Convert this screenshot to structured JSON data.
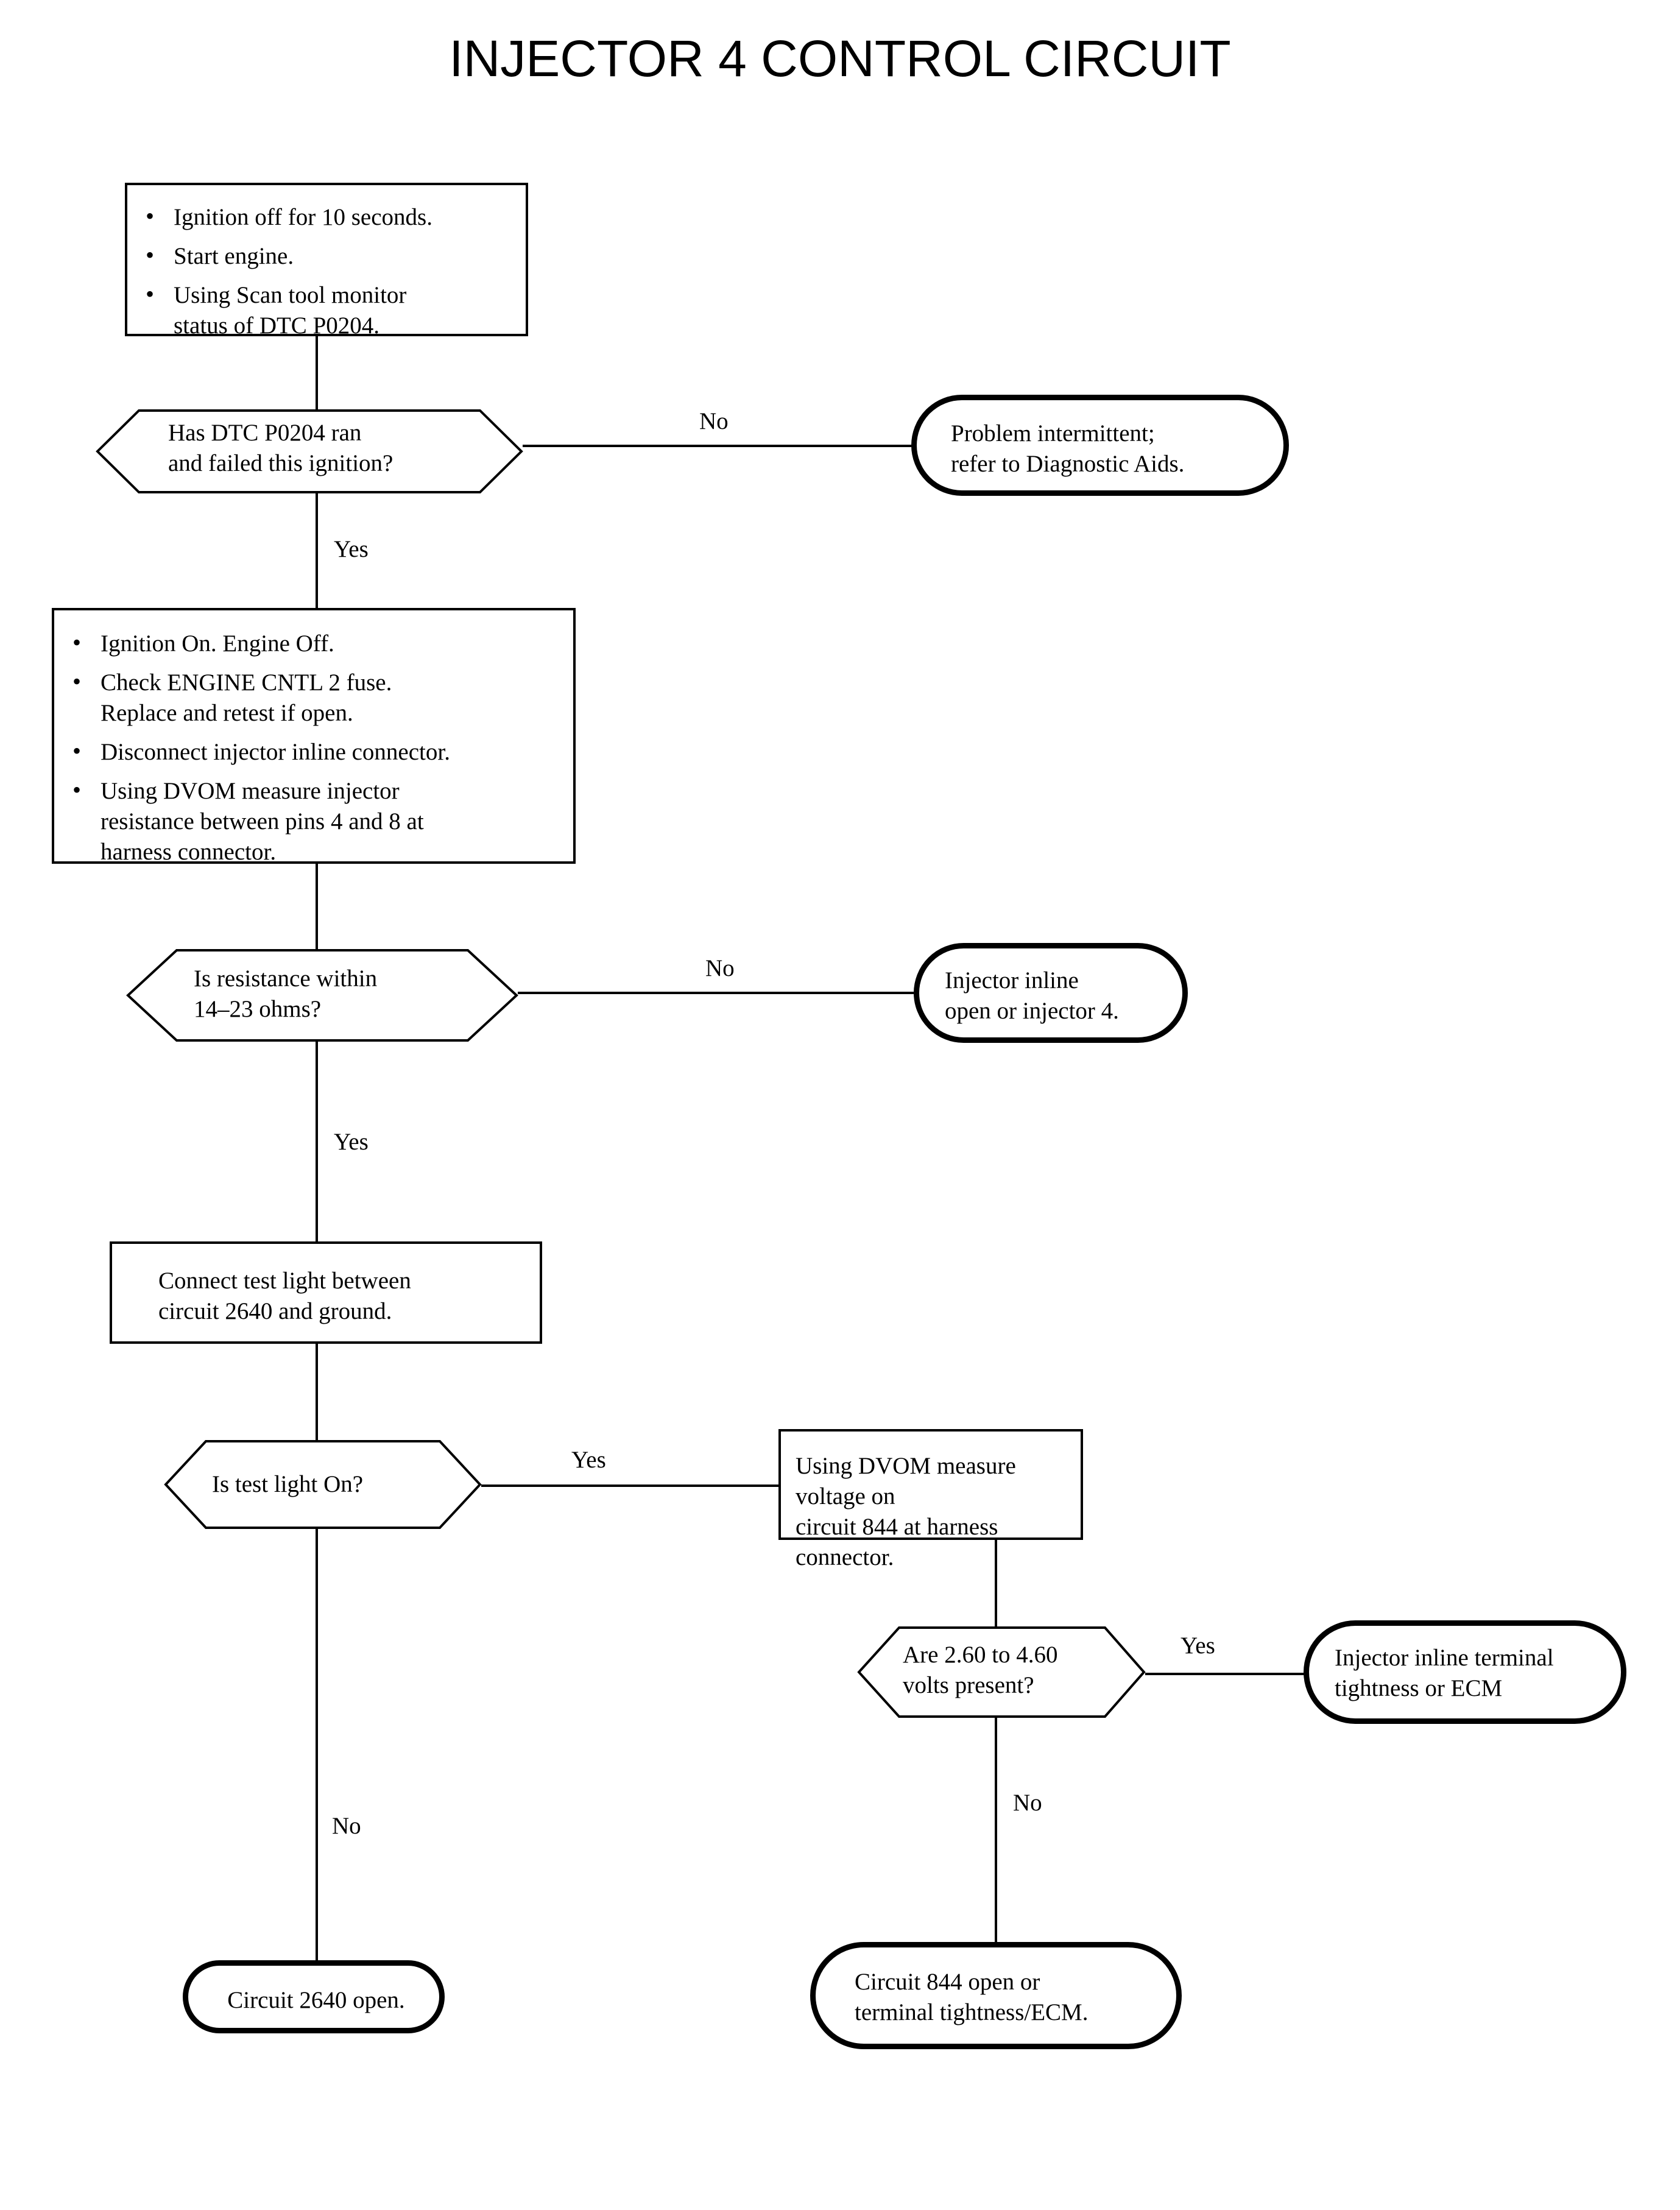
{
  "title": "INJECTOR 4 CONTROL CIRCUIT",
  "chart_data": {
    "type": "diagram",
    "diagram_kind": "flowchart",
    "title": "INJECTOR 4 CONTROL CIRCUIT",
    "nodes": [
      {
        "id": "step1",
        "shape": "process",
        "text": "Ignition off for 10 seconds.\nStart engine.\nUsing Scan tool monitor status of DTC P0204."
      },
      {
        "id": "dec1",
        "shape": "decision",
        "text": "Has DTC P0204 ran and failed this ignition?"
      },
      {
        "id": "term1",
        "shape": "terminal",
        "text": "Problem intermittent; refer to Diagnostic Aids."
      },
      {
        "id": "step2",
        "shape": "process",
        "text": "Ignition On. Engine Off.\nCheck ENGINE CNTL 2 fuse. Replace and retest if open.\nDisconnect injector inline connector.\nUsing DVOM measure injector resistance between pins 4 and 8 at harness connector."
      },
      {
        "id": "dec2",
        "shape": "decision",
        "text": "Is resistance within 14–23 ohms?"
      },
      {
        "id": "term2",
        "shape": "terminal",
        "text": "Injector inline open or injector 4."
      },
      {
        "id": "step3",
        "shape": "process",
        "text": "Connect test light between circuit 2640 and ground."
      },
      {
        "id": "dec3",
        "shape": "decision",
        "text": "Is test light On?"
      },
      {
        "id": "step4",
        "shape": "process",
        "text": "Using DVOM measure voltage on circuit 844 at harness connector."
      },
      {
        "id": "dec4",
        "shape": "decision",
        "text": "Are 2.60 to 4.60 volts present?"
      },
      {
        "id": "term3",
        "shape": "terminal",
        "text": "Injector inline terminal tightness or ECM"
      },
      {
        "id": "term4",
        "shape": "terminal",
        "text": "Circuit 2640 open."
      },
      {
        "id": "term5",
        "shape": "terminal",
        "text": "Circuit 844 open or terminal tightness/ECM."
      }
    ],
    "edges": [
      {
        "from": "step1",
        "to": "dec1",
        "label": ""
      },
      {
        "from": "dec1",
        "to": "term1",
        "label": "No"
      },
      {
        "from": "dec1",
        "to": "step2",
        "label": "Yes"
      },
      {
        "from": "step2",
        "to": "dec2",
        "label": ""
      },
      {
        "from": "dec2",
        "to": "term2",
        "label": "No"
      },
      {
        "from": "dec2",
        "to": "step3",
        "label": "Yes"
      },
      {
        "from": "step3",
        "to": "dec3",
        "label": ""
      },
      {
        "from": "dec3",
        "to": "step4",
        "label": "Yes"
      },
      {
        "from": "dec3",
        "to": "term4",
        "label": "No"
      },
      {
        "from": "step4",
        "to": "dec4",
        "label": ""
      },
      {
        "from": "dec4",
        "to": "term3",
        "label": "Yes"
      },
      {
        "from": "dec4",
        "to": "term5",
        "label": "No"
      }
    ]
  },
  "nodes": {
    "step1": {
      "bullets": [
        "Ignition off for 10 seconds.",
        "Start engine.",
        "Using Scan tool monitor\nstatus of DTC P0204."
      ]
    },
    "dec1": {
      "text": "Has DTC P0204 ran\nand failed this ignition?"
    },
    "term1": {
      "text": "Problem intermittent;\nrefer to Diagnostic Aids."
    },
    "step2": {
      "bullets": [
        "Ignition On. Engine Off.",
        "Check ENGINE CNTL 2 fuse.\nReplace and retest if open.",
        "Disconnect injector inline connector.",
        "Using DVOM measure injector\nresistance between pins 4 and 8 at\nharness connector."
      ]
    },
    "dec2": {
      "text": "Is resistance within\n14–23 ohms?"
    },
    "term2": {
      "text": "Injector inline\nopen or injector 4."
    },
    "step3": {
      "text": "Connect test light between\ncircuit 2640 and ground."
    },
    "dec3": {
      "text": "Is test light On?"
    },
    "step4": {
      "text": "Using DVOM measure voltage on\ncircuit 844 at harness connector."
    },
    "dec4": {
      "text": "Are 2.60 to 4.60\nvolts present?"
    },
    "term3": {
      "text": "Injector inline terminal\ntightness or ECM"
    },
    "term4": {
      "text": "Circuit 2640 open."
    },
    "term5": {
      "text": "Circuit 844 open or\nterminal tightness/ECM."
    }
  },
  "edge_labels": {
    "dec1_no": "No",
    "dec1_yes": "Yes",
    "dec2_no": "No",
    "dec2_yes": "Yes",
    "dec3_yes": "Yes",
    "dec3_no": "No",
    "dec4_yes": "Yes",
    "dec4_no": "No"
  },
  "colors": {
    "ink": "#000000",
    "background": "#ffffff"
  }
}
